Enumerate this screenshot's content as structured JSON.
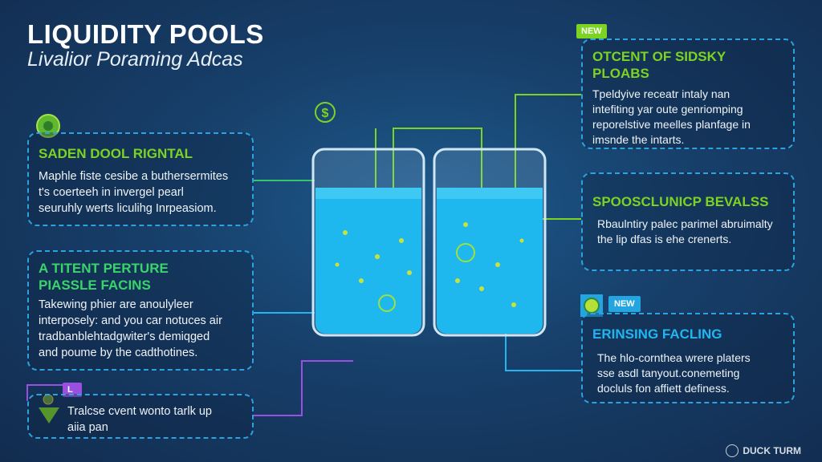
{
  "header": {
    "title": "LIQUIDITY POOLS",
    "subtitle": "Livalior Poraming Adcas"
  },
  "left_panels": [
    {
      "title": "SADEN DOOL RIGNTAL",
      "body": [
        "Maphle fiste cesibe a buthersermites",
        "t's coerteeh in invergel pearl",
        "seuruhly werts liculihg Inrpeasiom."
      ]
    },
    {
      "title": "A TITENT PERTURE",
      "title2": "PIASSLE FACINS",
      "body": [
        "Takewing phier are anoulyleer",
        "interposely: and you car notuces air",
        "tradbanblehtadgwiter's demiqged",
        "and poume by the cadthotines."
      ]
    },
    {
      "badge": "L",
      "body": [
        "Tralcse cvent wonto tarlk up",
        "aiia pan"
      ]
    }
  ],
  "right_panels": [
    {
      "badge": "NEW",
      "title": "OTCENT OF SIDSKY",
      "title2": "PLOABS",
      "body": [
        "Tpeldyive receatr intaly nan",
        "intefiting yar oute genriomping",
        "reporelstive meelles planfage in",
        "imsnde the intarts."
      ]
    },
    {
      "title": "SPOOSCLUNICP BEVALSS",
      "body": [
        "Rbaulntiry palec parimel abruimalty",
        "the lip dfas is ehe crenerts."
      ]
    },
    {
      "badge": "NEW",
      "title": "ERINSING FACLING",
      "body": [
        "The hlo-cornthea wrere platers",
        "sse asdl tanyout.conemeting",
        "docluls fon affiett definess."
      ]
    }
  ],
  "brand": {
    "name": "DUCK TURM"
  },
  "colors": {
    "accent_green": "#7cd321",
    "accent_cyan": "#22b5f0",
    "purple": "#9b4fe0",
    "background": "#173f6a"
  }
}
